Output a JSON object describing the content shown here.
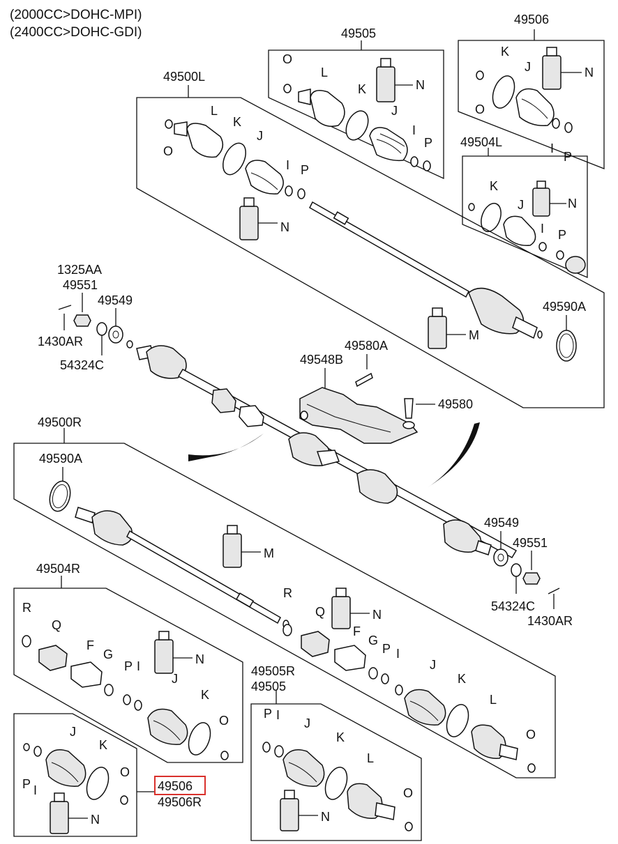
{
  "header": {
    "engine_line_1": "(2000CC>DOHC-MPI)",
    "engine_line_2": "(2400CC>DOHC-GDI)"
  },
  "assemblies": {
    "a49505": "49505",
    "a49506": "49506",
    "a49500L": "49500L",
    "a49504L": "49504L",
    "a49500R": "49500R",
    "a49504R": "49504R",
    "a49505R": "49505R",
    "a49505b": "49505",
    "a49506_highlighted": "49506",
    "a49506R": "49506R"
  },
  "parts": {
    "p1325AA": "1325AA",
    "p49551_top": "49551",
    "p49549_top": "49549",
    "p1430AR_top": "1430AR",
    "p54324C_top": "54324C",
    "p49590A_top": "49590A",
    "p49580A": "49580A",
    "p49548B": "49548B",
    "p49580": "49580",
    "p49590A_left": "49590A",
    "p49549_bottom": "49549",
    "p49551_bottom": "49551",
    "p54324C_bottom": "54324C",
    "p1430AR_bottom": "1430AR"
  },
  "letters": {
    "L": "L",
    "K": "K",
    "J": "J",
    "I": "I",
    "P": "P",
    "N": "N",
    "O": "O",
    "M": "M",
    "R": "R",
    "Q": "Q",
    "F": "F",
    "G": "G"
  },
  "highlight_color": "#d9302c"
}
